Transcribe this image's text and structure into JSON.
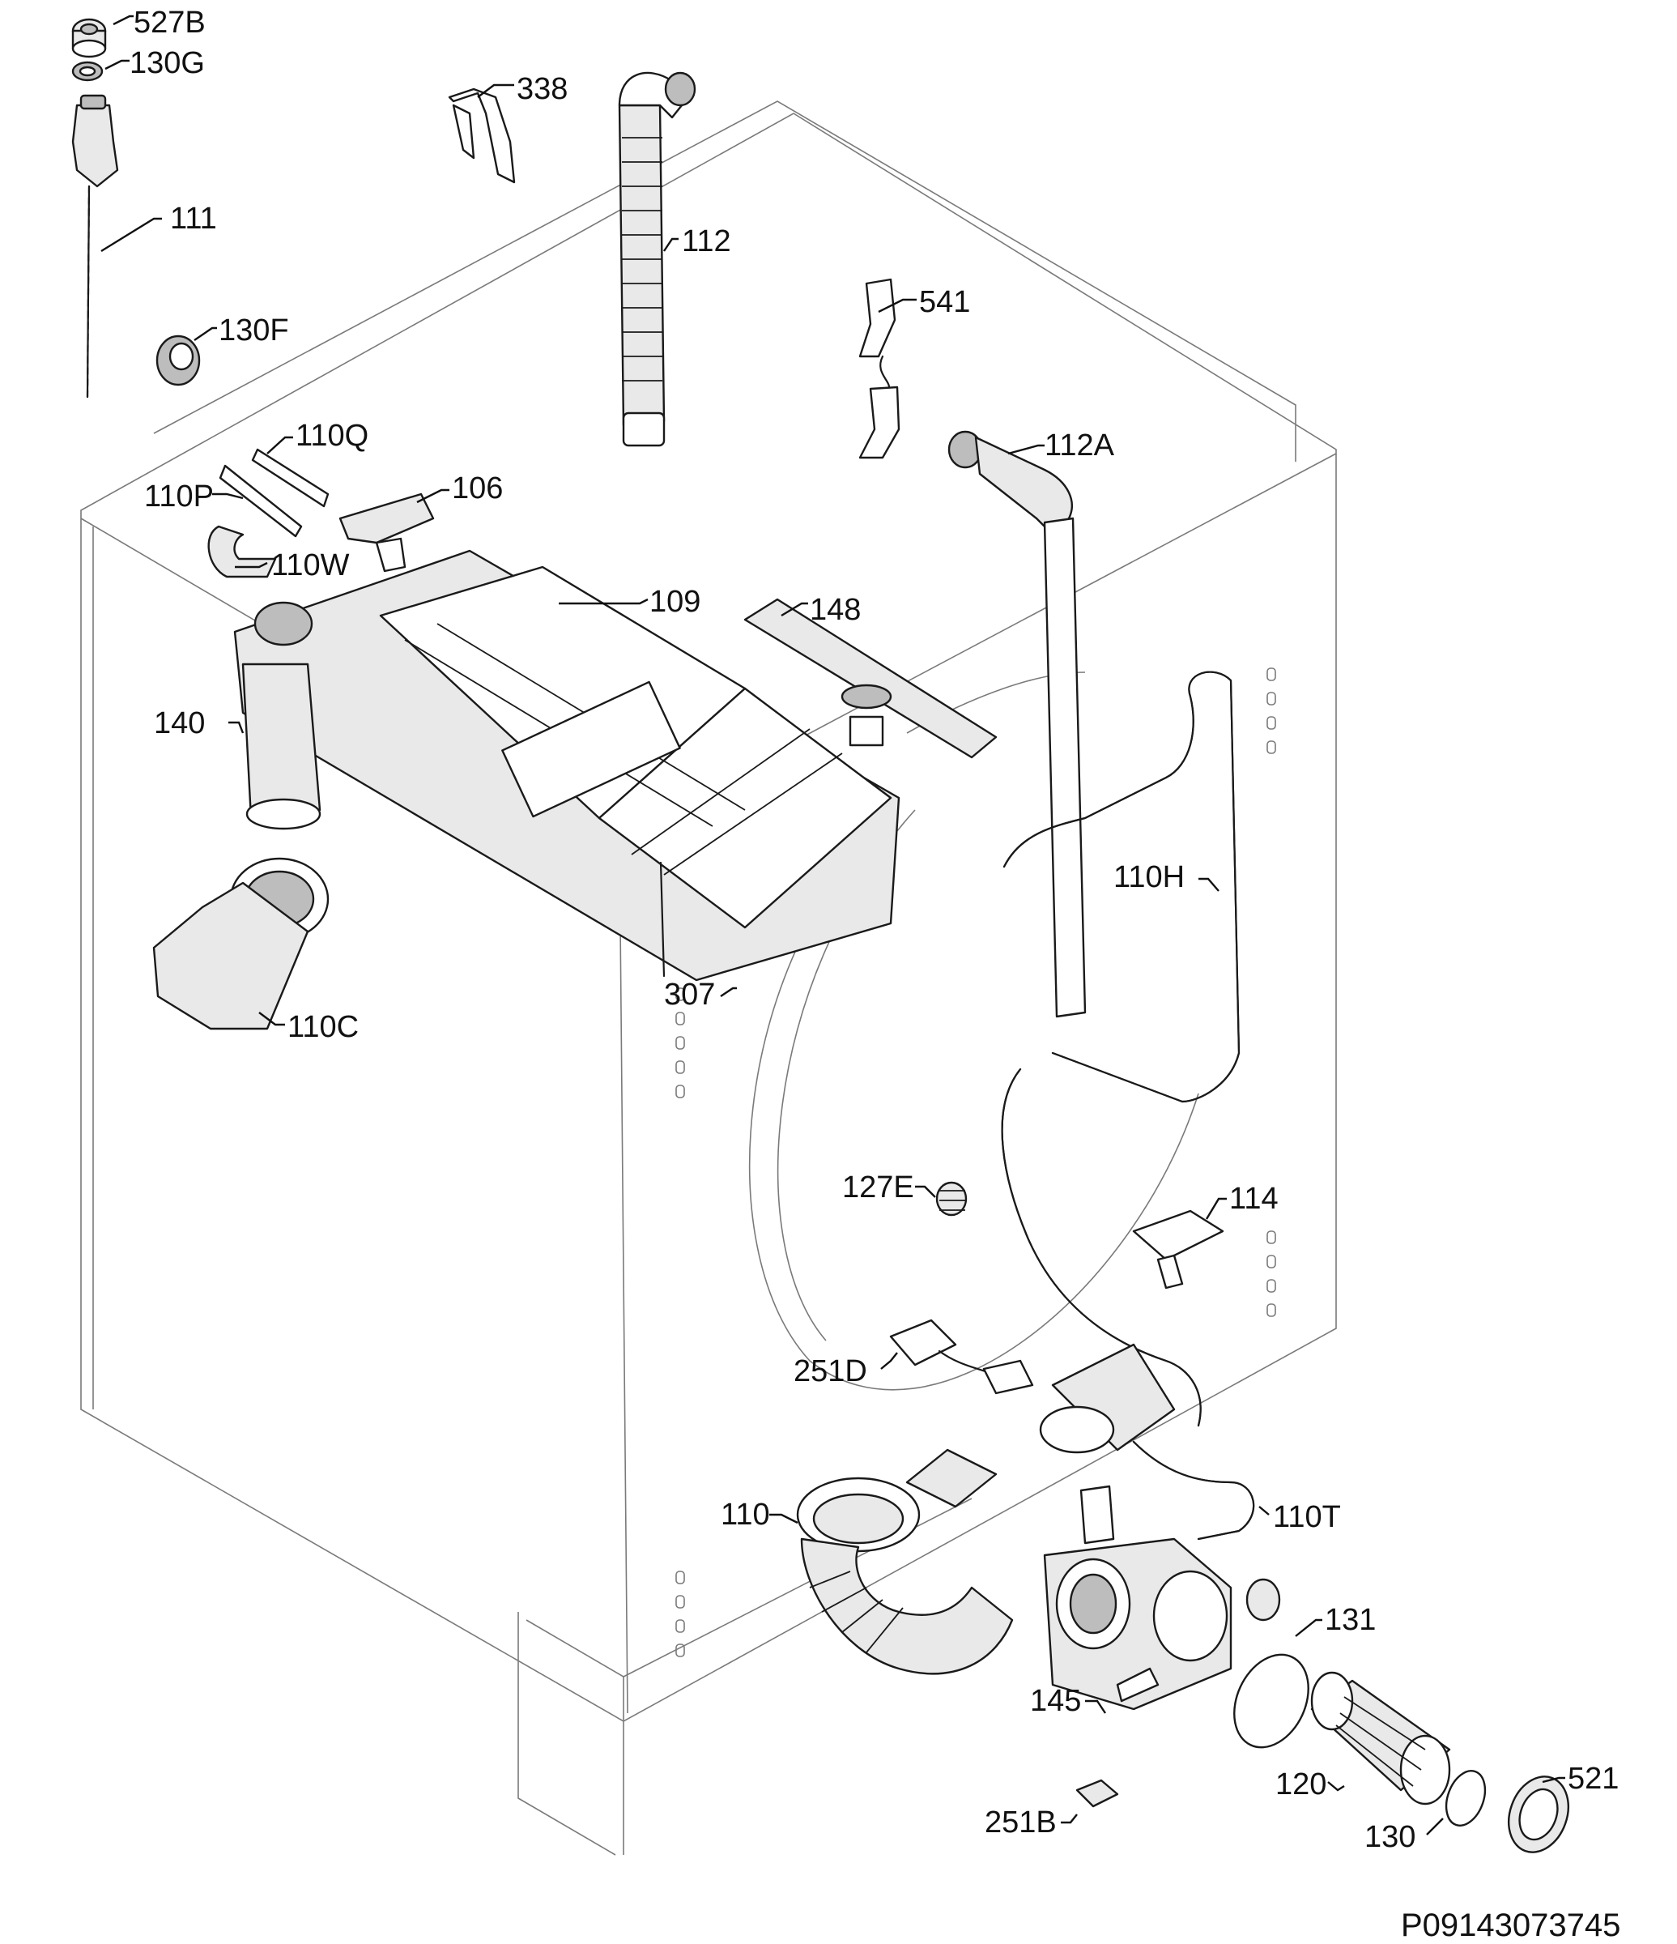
{
  "diagram": {
    "drawing_code": "P09143073745",
    "callouts": [
      {
        "id": "527B",
        "text": "527B"
      },
      {
        "id": "130G",
        "text": "130G"
      },
      {
        "id": "338",
        "text": "338"
      },
      {
        "id": "111",
        "text": "111"
      },
      {
        "id": "112",
        "text": "112"
      },
      {
        "id": "541",
        "text": "541"
      },
      {
        "id": "130F",
        "text": "130F"
      },
      {
        "id": "110Q",
        "text": "110Q"
      },
      {
        "id": "112A",
        "text": "112A"
      },
      {
        "id": "110P",
        "text": "110P"
      },
      {
        "id": "106",
        "text": "106"
      },
      {
        "id": "110W",
        "text": "110W"
      },
      {
        "id": "109",
        "text": "109"
      },
      {
        "id": "148",
        "text": "148"
      },
      {
        "id": "140",
        "text": "140"
      },
      {
        "id": "110H",
        "text": "110H"
      },
      {
        "id": "110C",
        "text": "110C"
      },
      {
        "id": "307",
        "text": "307"
      },
      {
        "id": "127E",
        "text": "127E"
      },
      {
        "id": "114",
        "text": "114"
      },
      {
        "id": "251D",
        "text": "251D"
      },
      {
        "id": "110",
        "text": "110"
      },
      {
        "id": "110T",
        "text": "110T"
      },
      {
        "id": "131",
        "text": "131"
      },
      {
        "id": "145",
        "text": "145"
      },
      {
        "id": "120",
        "text": "120"
      },
      {
        "id": "521",
        "text": "521"
      },
      {
        "id": "251B",
        "text": "251B"
      },
      {
        "id": "130",
        "text": "130"
      }
    ]
  }
}
